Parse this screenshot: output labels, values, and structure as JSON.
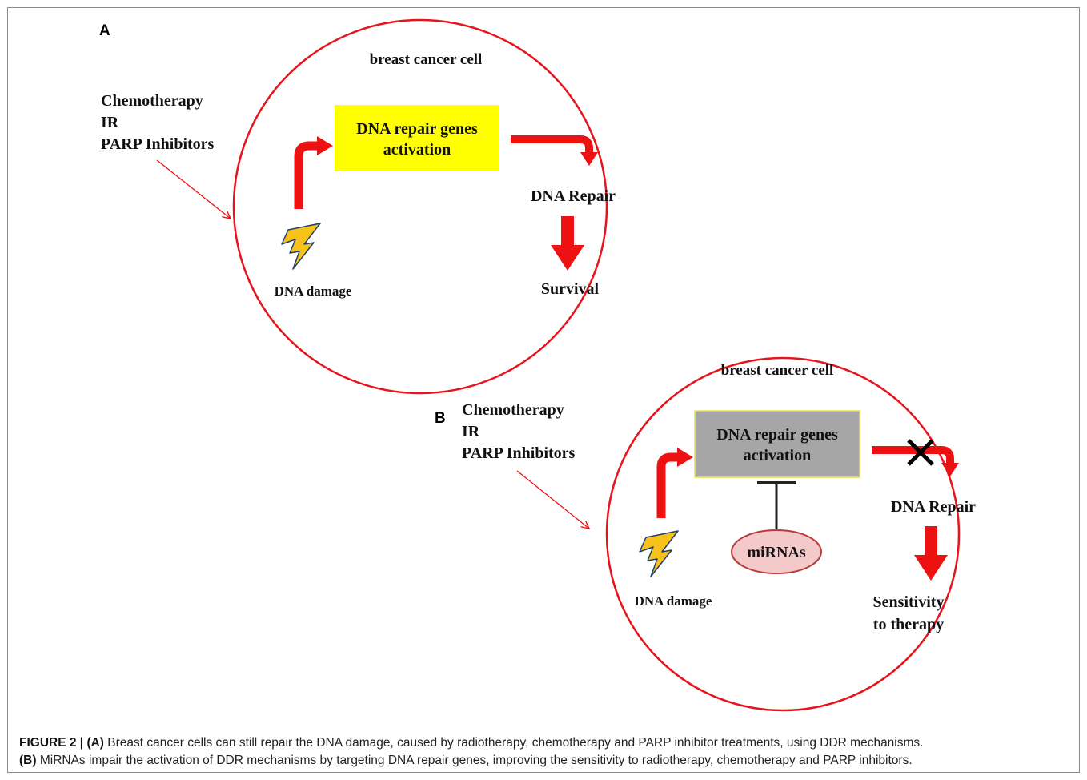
{
  "panel_a": {
    "label": "A",
    "cell_label": "breast cancer cell",
    "treatments": [
      "Chemotherapy",
      "IR",
      "PARP Inhibitors"
    ],
    "gene_box": [
      "DNA repair genes",
      "activation"
    ],
    "damage_label": "DNA damage",
    "repair_label": "DNA Repair",
    "outcome_label": "Survival"
  },
  "panel_b": {
    "label": "B",
    "cell_label": "breast cancer cell",
    "treatments": [
      "Chemotherapy",
      "IR",
      "PARP Inhibitors"
    ],
    "gene_box": [
      "DNA repair genes",
      "activation"
    ],
    "mirna_label": "miRNAs",
    "damage_label": "DNA damage",
    "repair_label": "DNA Repair",
    "outcome_label": [
      "Sensitivity",
      "to therapy"
    ]
  },
  "caption": {
    "figure_label": "FIGURE 2 |",
    "a_label": "(A)",
    "a_text": " Breast cancer cells can still repair the DNA damage, caused by radiotherapy, chemotherapy and PARP inhibitor treatments, using DDR mechanisms.",
    "b_label": "(B)",
    "b_text": " MiRNAs impair the activation of DDR mechanisms by targeting DNA repair genes, improving the sensitivity to radiotherapy, chemotherapy and PARP inhibitors."
  },
  "colors": {
    "circle": "#e8141c",
    "arrow": "#ee1111",
    "box_a": "#ffff00",
    "box_b": "#a6a6a6",
    "mirna_fill": "#f4c9c9",
    "mirna_stroke": "#b93b3b",
    "lightning_fill": "#f7c21a",
    "lightning_stroke": "#1f3f6e"
  }
}
